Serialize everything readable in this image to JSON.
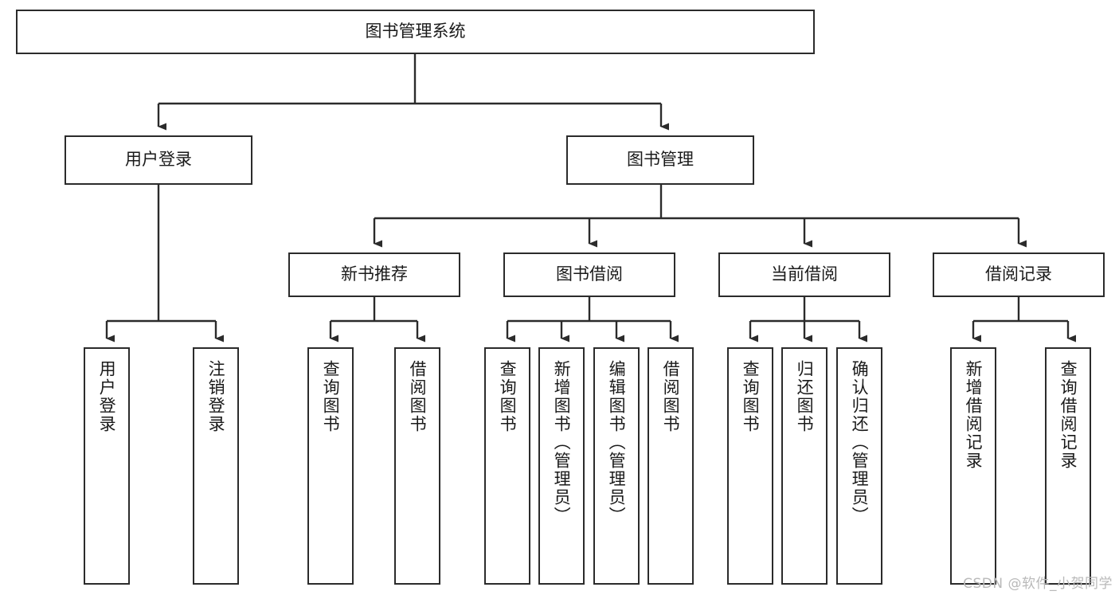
{
  "diagram": {
    "type": "tree",
    "title": "图书管理系统",
    "watermark": "CSDN @软件_小贺同学",
    "colors": {
      "box_border": "#2b2b2b",
      "box_fill": "#ffffff",
      "line": "#2b2b2b",
      "text": "#1a1a1a",
      "watermark": "#b9b9b9"
    },
    "nodes": {
      "root": "图书管理系统",
      "l2": [
        "用户登录",
        "图书管理"
      ],
      "l3": [
        "新书推荐",
        "图书借阅",
        "当前借阅",
        "借阅记录"
      ],
      "leaves_login": [
        "用户登录",
        "注销登录"
      ],
      "leaves_recommend": [
        "查询图书",
        "借阅图书"
      ],
      "leaves_borrow": [
        "查询图书",
        "新增图书（管理员）",
        "编辑图书（管理员）",
        "借阅图书"
      ],
      "leaves_current": [
        "查询图书",
        "归还图书",
        "确认归还（管理员）"
      ],
      "leaves_record": [
        "新增借阅记录",
        "查询借阅记录"
      ]
    },
    "edges": [
      "图书管理系统 → 用户登录",
      "图书管理系统 → 图书管理",
      "用户登录 → 用户登录",
      "用户登录 → 注销登录",
      "图书管理 → 新书推荐",
      "图书管理 → 图书借阅",
      "图书管理 → 当前借阅",
      "图书管理 → 借阅记录",
      "新书推荐 → 查询图书",
      "新书推荐 → 借阅图书",
      "图书借阅 → 查询图书",
      "图书借阅 → 新增图书（管理员）",
      "图书借阅 → 编辑图书（管理员）",
      "图书借阅 → 借阅图书",
      "当前借阅 → 查询图书",
      "当前借阅 → 归还图书",
      "当前借阅 → 确认归还（管理员）",
      "借阅记录 → 新增借阅记录",
      "借阅记录 → 查询借阅记录"
    ]
  }
}
